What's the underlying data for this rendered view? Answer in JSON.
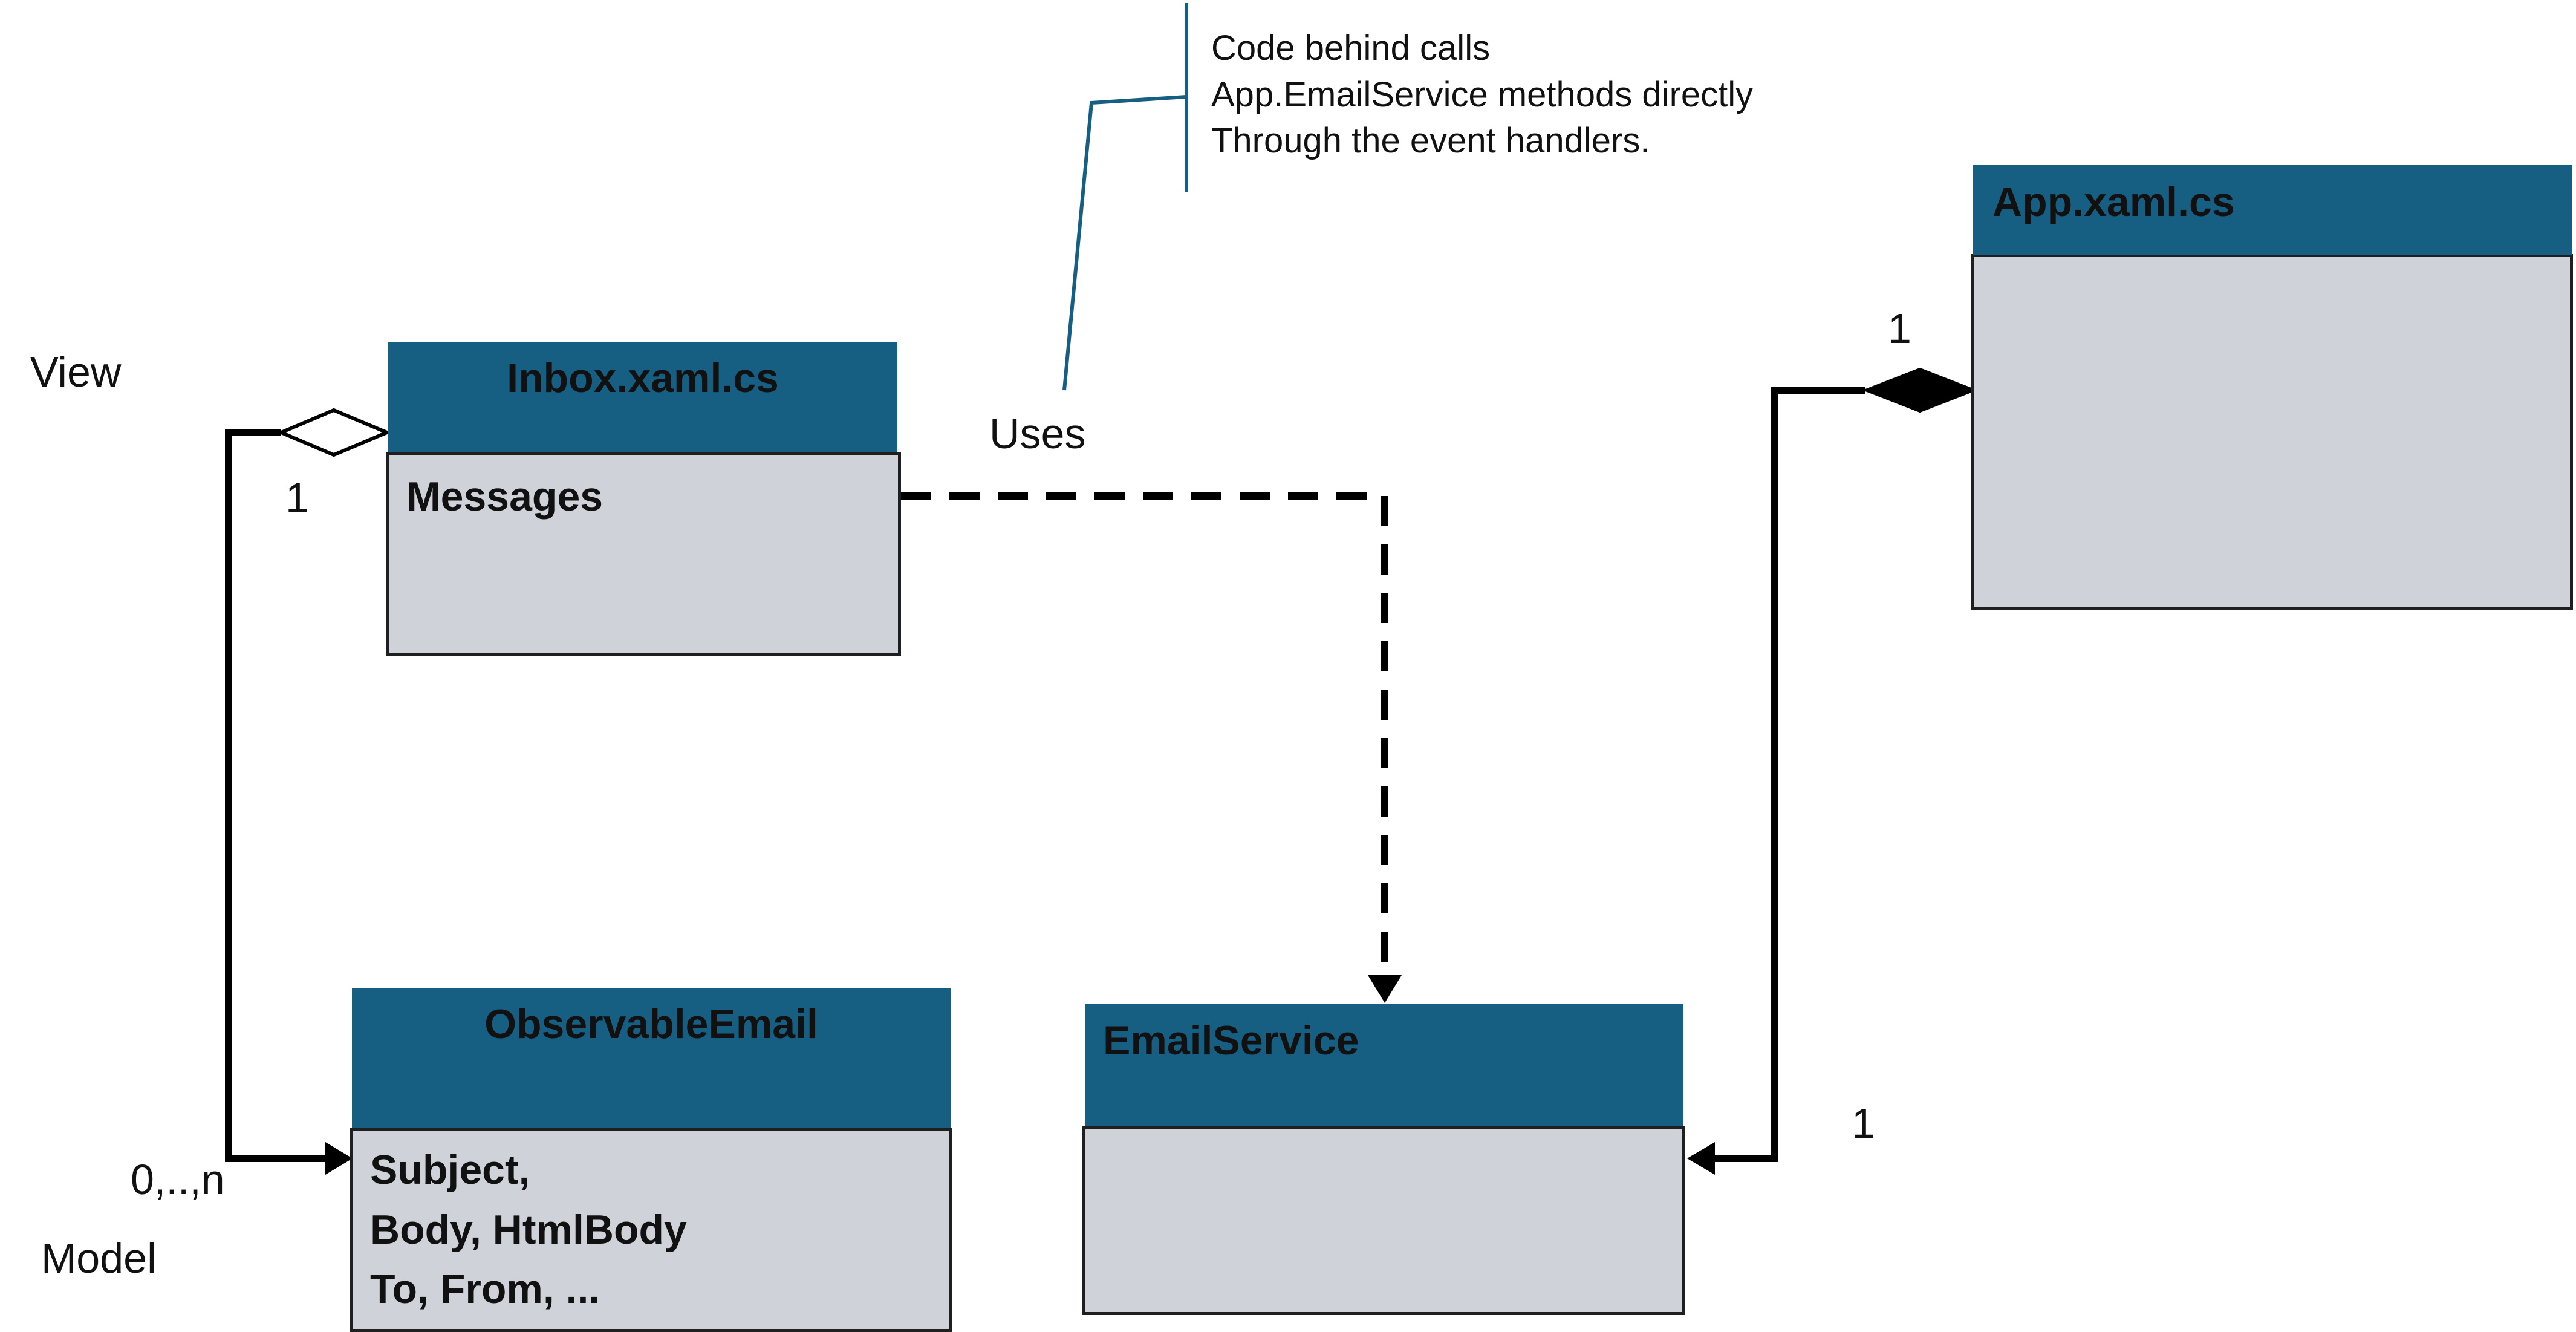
{
  "colors": {
    "header_fill": "#175e83",
    "body_fill": "#cfd3d9",
    "line": "#000000",
    "note_line": "#175e83"
  },
  "labels": {
    "view": "View",
    "model": "Model",
    "uses": "Uses"
  },
  "note": {
    "lines": [
      "Code behind calls",
      "App.EmailService methods directly",
      "Through the event handlers."
    ]
  },
  "classes": {
    "inbox": {
      "name": "Inbox.xaml.cs",
      "attributes": [
        "Messages"
      ]
    },
    "app": {
      "name": "App.xaml.cs",
      "attributes": []
    },
    "observable_email": {
      "name": "ObservableEmail",
      "attributes": [
        "Subject,",
        "Body, HtmlBody",
        "To, From, ..."
      ]
    },
    "email_service": {
      "name": "EmailService",
      "attributes": []
    }
  },
  "multiplicities": {
    "inbox_aggregation": "1",
    "observable_email_end": "0,..,n",
    "app_composition": "1",
    "email_service_end": "1"
  }
}
